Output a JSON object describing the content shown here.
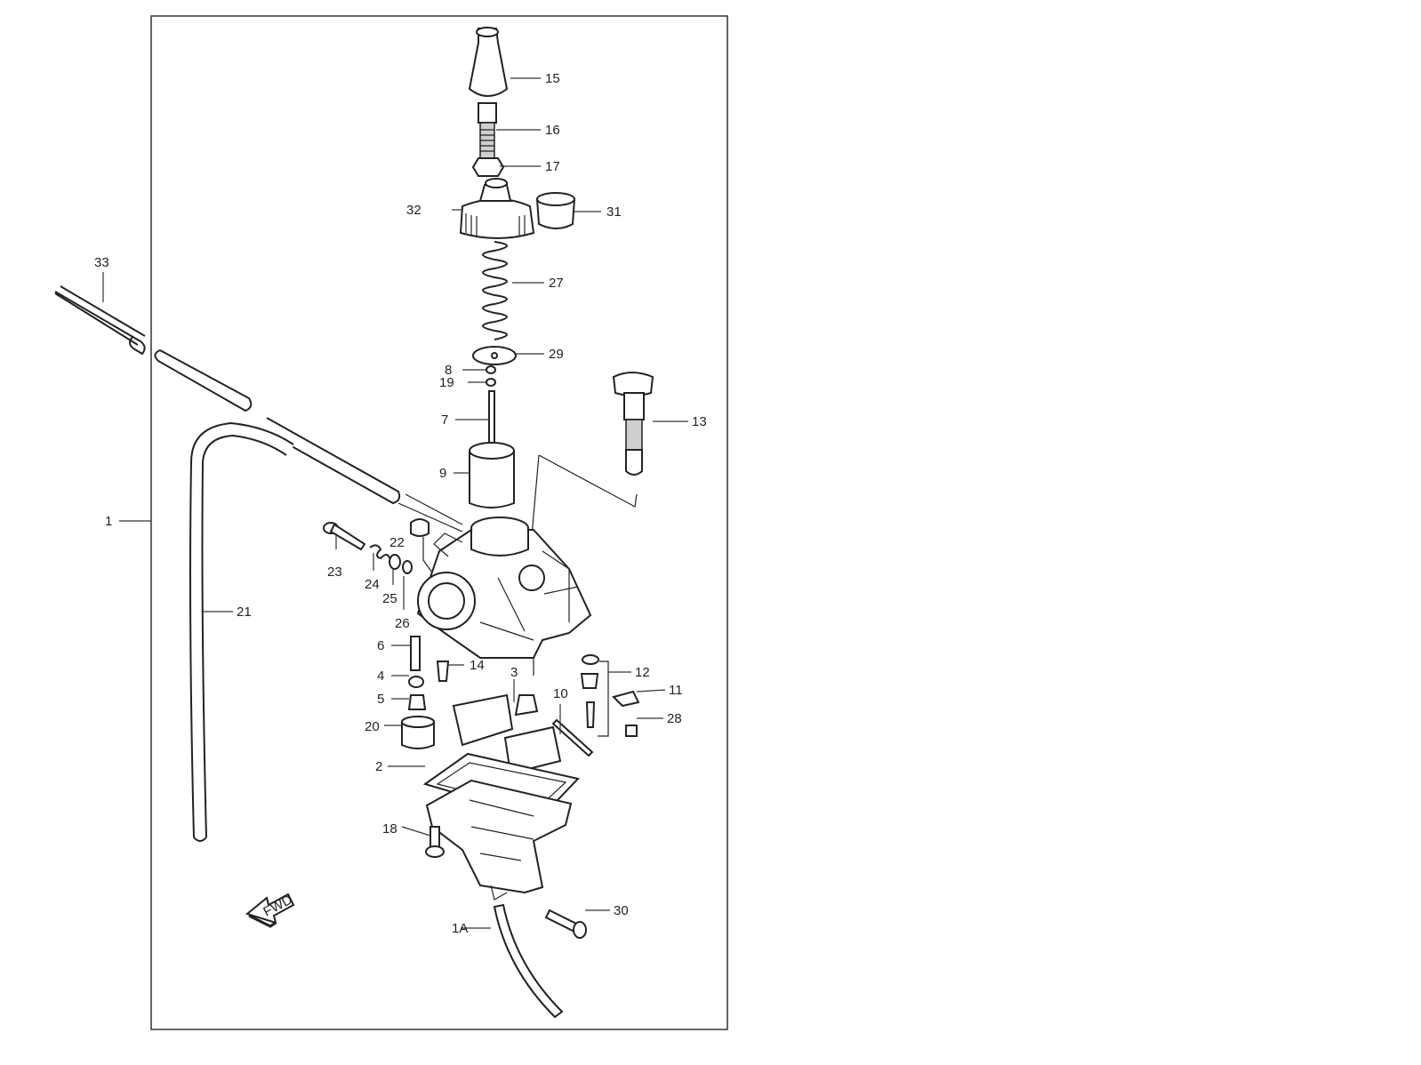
{
  "fwd_label": "FWD",
  "labels": {
    "p1": "1",
    "p1A": "1A",
    "p2": "2",
    "p3": "3",
    "p4": "4",
    "p5": "5",
    "p6": "6",
    "p7": "7",
    "p8": "8",
    "p9": "9",
    "p10": "10",
    "p11": "11",
    "p12": "12",
    "p13": "13",
    "p14": "14",
    "p15": "15",
    "p16": "16",
    "p17": "17",
    "p18": "18",
    "p19": "19",
    "p20": "20",
    "p21": "21",
    "p22": "22",
    "p23": "23",
    "p24": "24",
    "p25": "25",
    "p26": "26",
    "p27": "27",
    "p28": "28",
    "p29": "29",
    "p30": "30",
    "p31": "31",
    "p32": "32",
    "p33": "33"
  }
}
